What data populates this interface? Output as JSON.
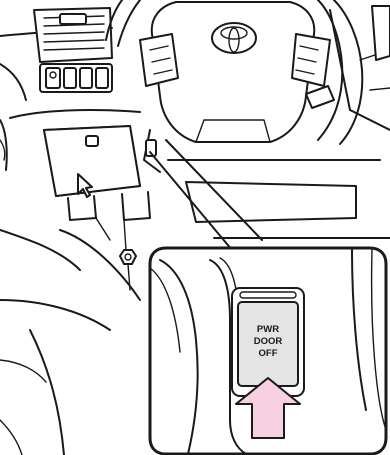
{
  "button_label": {
    "line1": "PWR",
    "line2": "DOOR",
    "line3": "OFF"
  },
  "brand": {
    "logo": "toyota-logo"
  },
  "colors": {
    "arrow_fill": "#f7d0e2",
    "panel_fill": "#e4e4e4",
    "outline": "#1a1a1a"
  }
}
